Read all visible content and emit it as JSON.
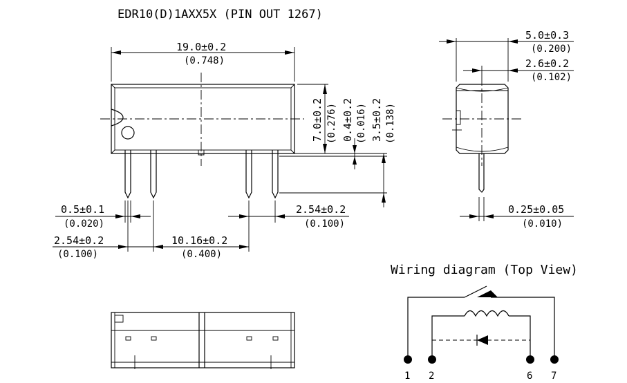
{
  "title": "EDR10(D)1AXX5X (PIN OUT 1267)",
  "dims": {
    "length_mm": "19.0±0.2",
    "length_in": "(0.748)",
    "height_mm": "7.0±0.2",
    "height_in": "(0.276)",
    "standoff_mm": "0.4±0.2",
    "standoff_in": "(0.016)",
    "pinlen_mm": "3.5±0.2",
    "pinlen_in": "(0.138)",
    "pinw_mm": "0.5±0.1",
    "pinw_in": "(0.020)",
    "pitch_left_mm": "2.54±0.2",
    "pitch_left_in": "(0.100)",
    "pitch_center_mm": "10.16±0.2",
    "pitch_center_in": "(0.400)",
    "pitch_right_mm": "2.54±0.2",
    "pitch_right_in": "(0.100)",
    "width_mm": "5.0±0.3",
    "width_in": "(0.200)",
    "row_mm": "2.6±0.2",
    "row_in": "(0.102)",
    "pint_mm": "0.25±0.05",
    "pint_in": "(0.010)"
  },
  "wiring": {
    "title": "Wiring diagram (Top View)",
    "pins": [
      "1",
      "2",
      "6",
      "7"
    ]
  }
}
